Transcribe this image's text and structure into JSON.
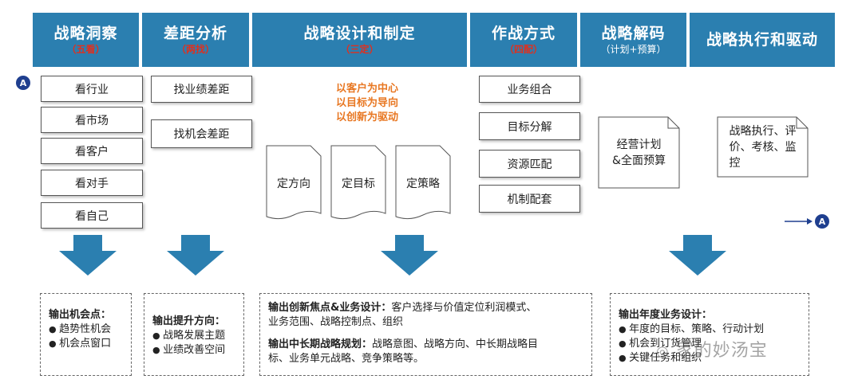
{
  "headers": [
    {
      "title": "战略洞察",
      "sub": "（五看）"
    },
    {
      "title": "差距分析",
      "sub": "（两找）"
    },
    {
      "title": "战略设计和制定",
      "sub": "（三定）"
    },
    {
      "title": "作战方式",
      "sub": "（四配）"
    },
    {
      "title": "战略解码",
      "sub": "（计划+预算）"
    },
    {
      "title": "战略执行和驱动",
      "sub": ""
    }
  ],
  "col1_items": [
    "看行业",
    "看市场",
    "看客户",
    "看对手",
    "看自己"
  ],
  "col2_items": [
    "找业绩差距",
    "找机会差距"
  ],
  "col3_focus": [
    "以客户为中心",
    "以目标为导向",
    "以创新为驱动"
  ],
  "col3_docs": [
    "定方向",
    "定目标",
    "定策略"
  ],
  "col4_items": [
    "业务组合",
    "目标分解",
    "资源匹配",
    "机制配套"
  ],
  "col5_doc": [
    "经营计划",
    "&全面预算"
  ],
  "col6_doc": [
    "战略执行、评",
    "价、考核、监",
    "控"
  ],
  "marker": "A",
  "outputs": {
    "o1": {
      "title": "输出机会点：",
      "items": [
        "趋势性机会",
        "机会点窗口"
      ]
    },
    "o2": {
      "title": "输出提升方向：",
      "items": [
        "战略发展主题",
        "业绩改善空间"
      ]
    },
    "o3": {
      "line1_title": "输出创新焦点&业务设计：",
      "line1_text": "客户选择与价值定位利润模式、",
      "line2_text": "业务范围、战略控制点、组织",
      "line3_title": "输出中长期战略规划：",
      "line3_text": "战略意图、战略方向、中长期战略目",
      "line4_text": "标、业务单元战略、竞争策略等。"
    },
    "o4": {
      "title": "输出年度业务设计：",
      "items": [
        "年度的目标、策略、行动计划",
        "机会到订货管理",
        "关键任务和组织"
      ]
    }
  },
  "watermark": "家的妙汤宝",
  "colors": {
    "header": "#2b7fb0",
    "arrow": "#2b7fb0",
    "sub_red": "#e0301e",
    "focus": "#e87722",
    "marker": "#1f3f8f"
  }
}
